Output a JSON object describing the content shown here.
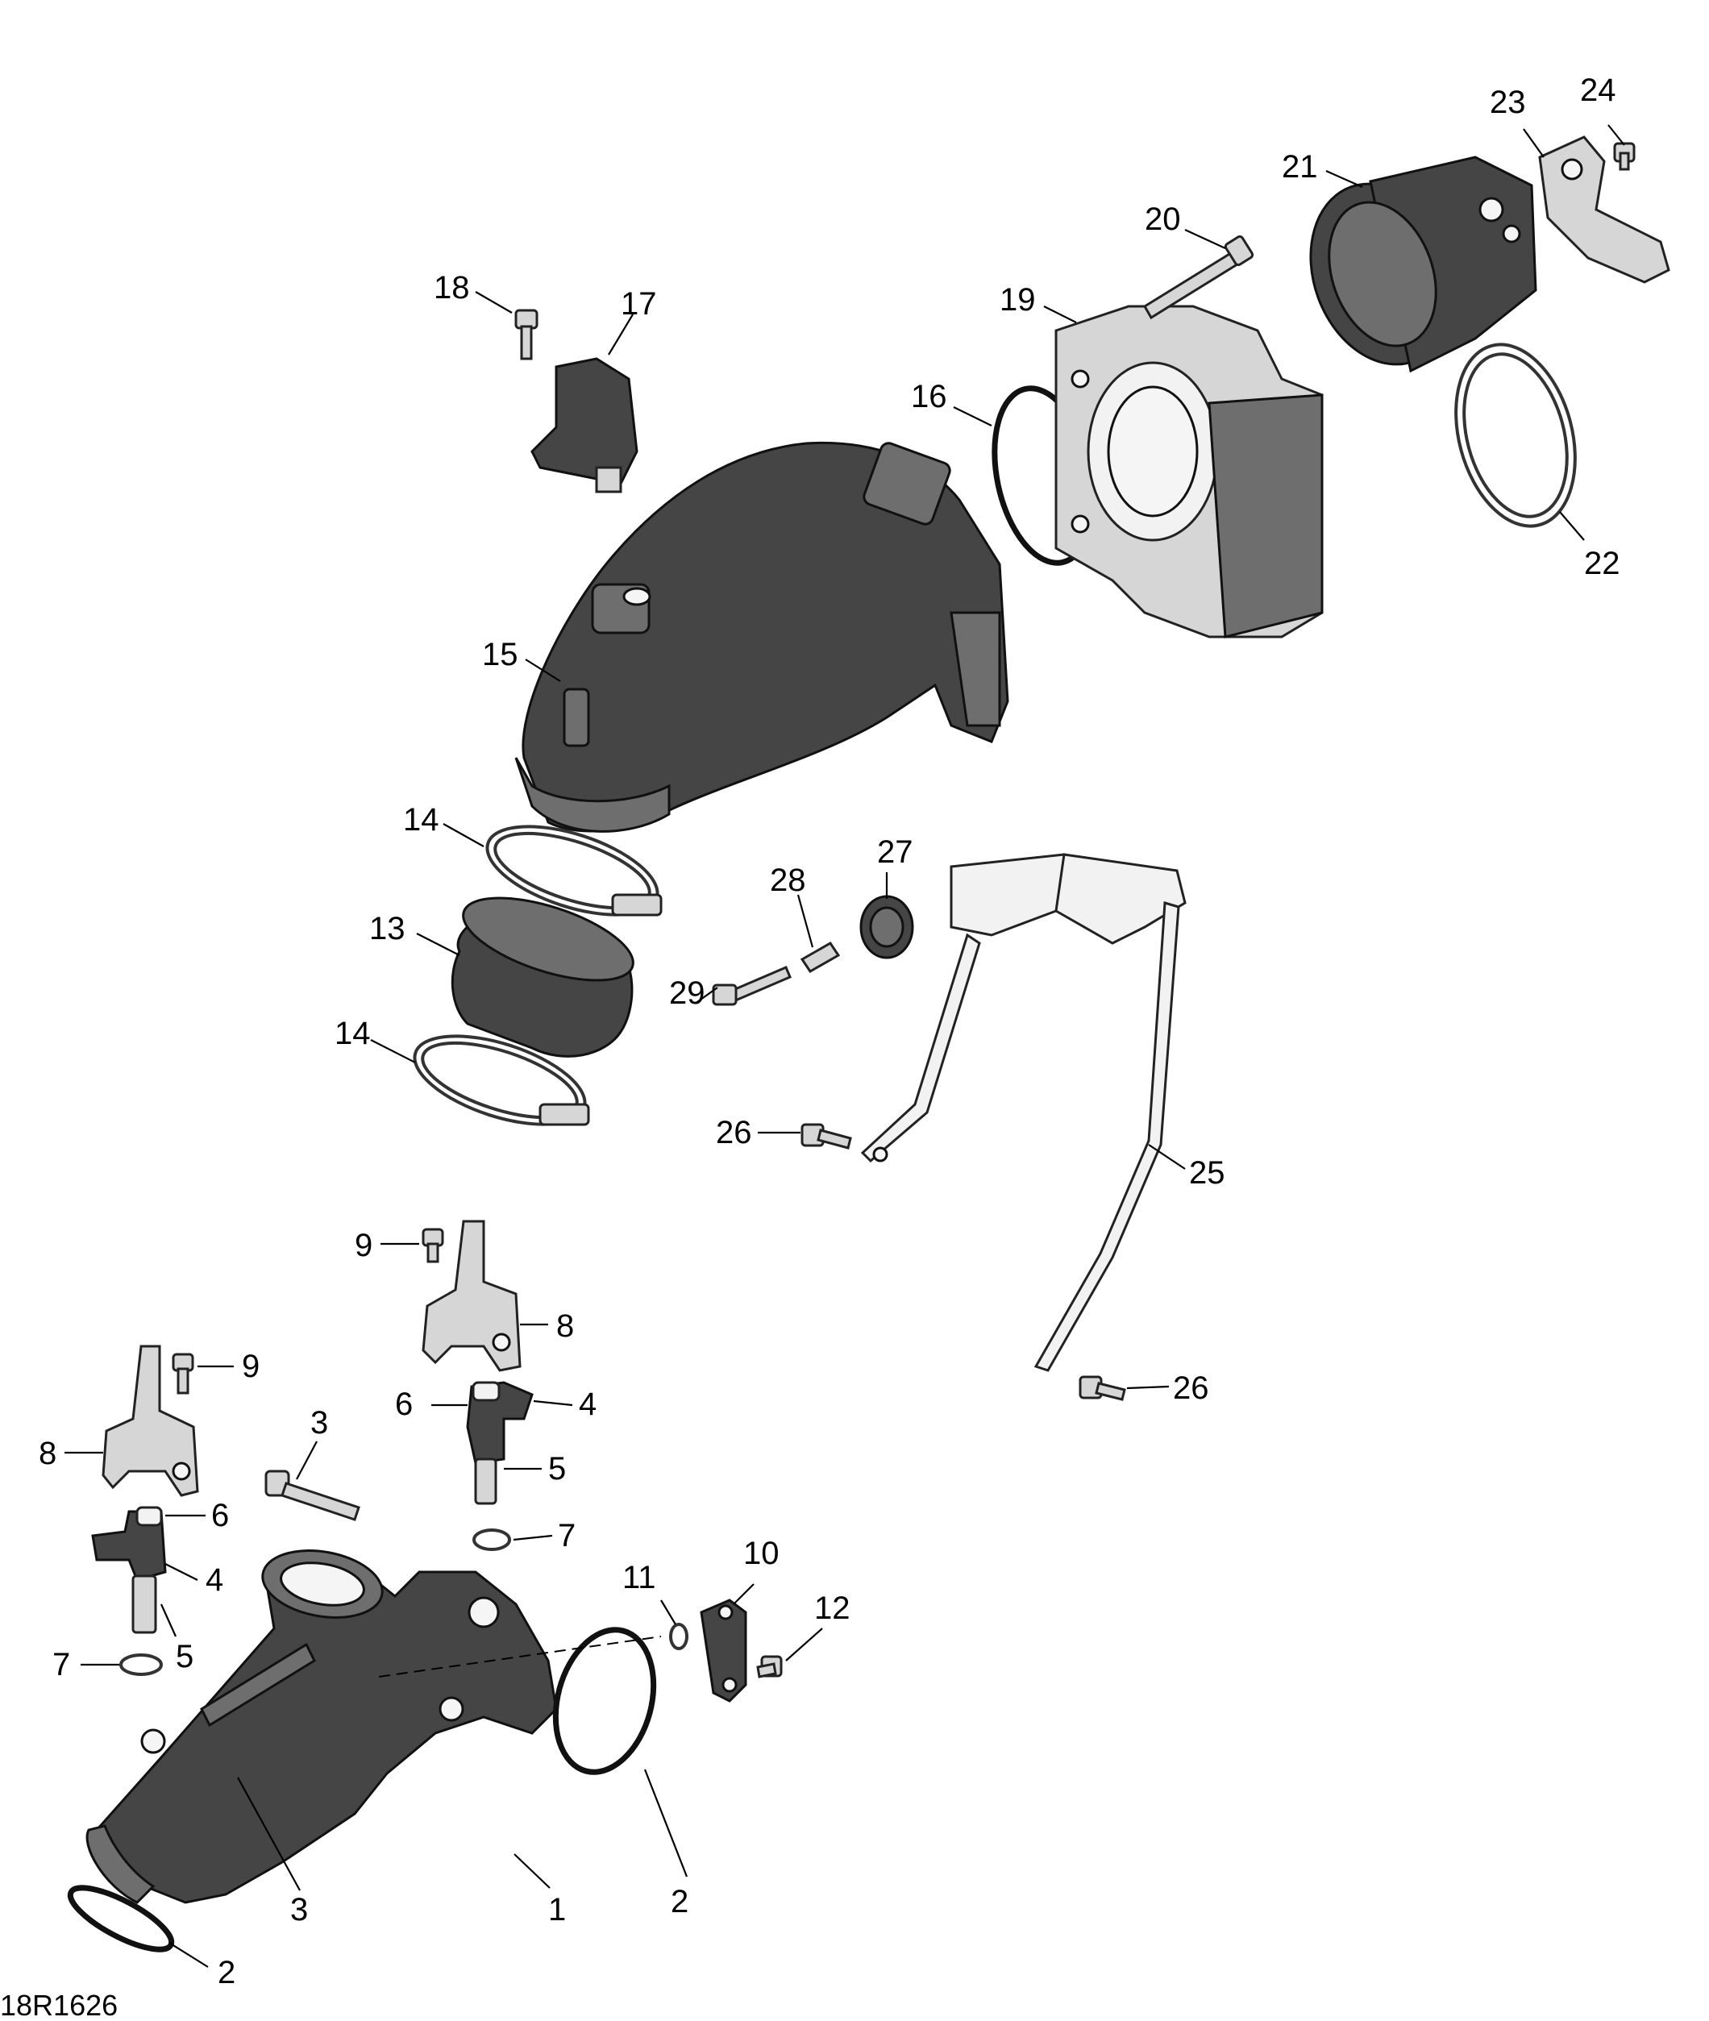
{
  "figure_code": "18R1626",
  "callouts": {
    "n1": "1",
    "n2a": "2",
    "n2b": "2",
    "n3a": "3",
    "n3b": "3",
    "n4a": "4",
    "n4b": "4",
    "n5a": "5",
    "n5b": "5",
    "n6a": "6",
    "n6b": "6",
    "n7a": "7",
    "n7b": "7",
    "n8a": "8",
    "n8b": "8",
    "n9a": "9",
    "n9b": "9",
    "n10": "10",
    "n11": "11",
    "n12": "12",
    "n13": "13",
    "n14a": "14",
    "n14b": "14",
    "n15": "15",
    "n16": "16",
    "n17": "17",
    "n18": "18",
    "n19": "19",
    "n20": "20",
    "n21": "21",
    "n22": "22",
    "n23": "23",
    "n24": "24",
    "n25": "25",
    "n26a": "26",
    "n26b": "26",
    "n27": "27",
    "n28": "28",
    "n29": "29"
  }
}
